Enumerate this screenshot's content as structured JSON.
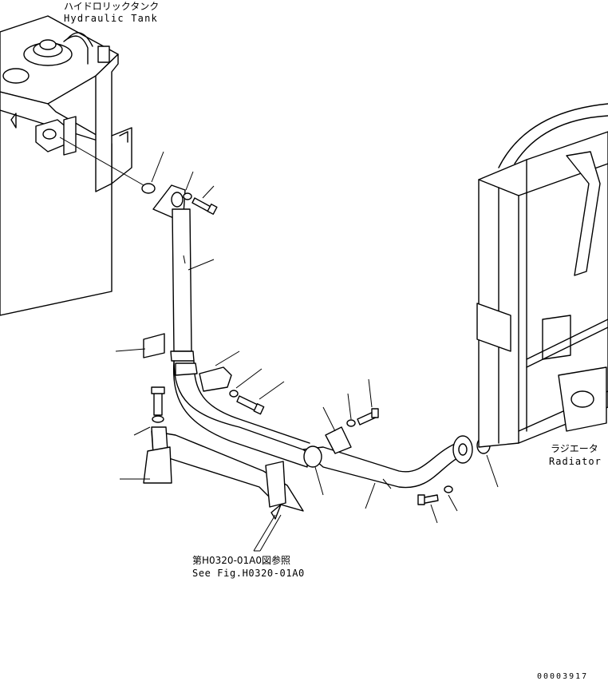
{
  "labels": {
    "hydraulic_tank_jp": "ハイドロリックタンク",
    "hydraulic_tank_en": "Hydraulic Tank",
    "radiator_jp": "ラジエータ",
    "radiator_en": "Radiator",
    "ref_jp": "第H0320-01A0図参照",
    "ref_en": "See Fig.H0320-01A0",
    "drawing_number": "00003917"
  }
}
